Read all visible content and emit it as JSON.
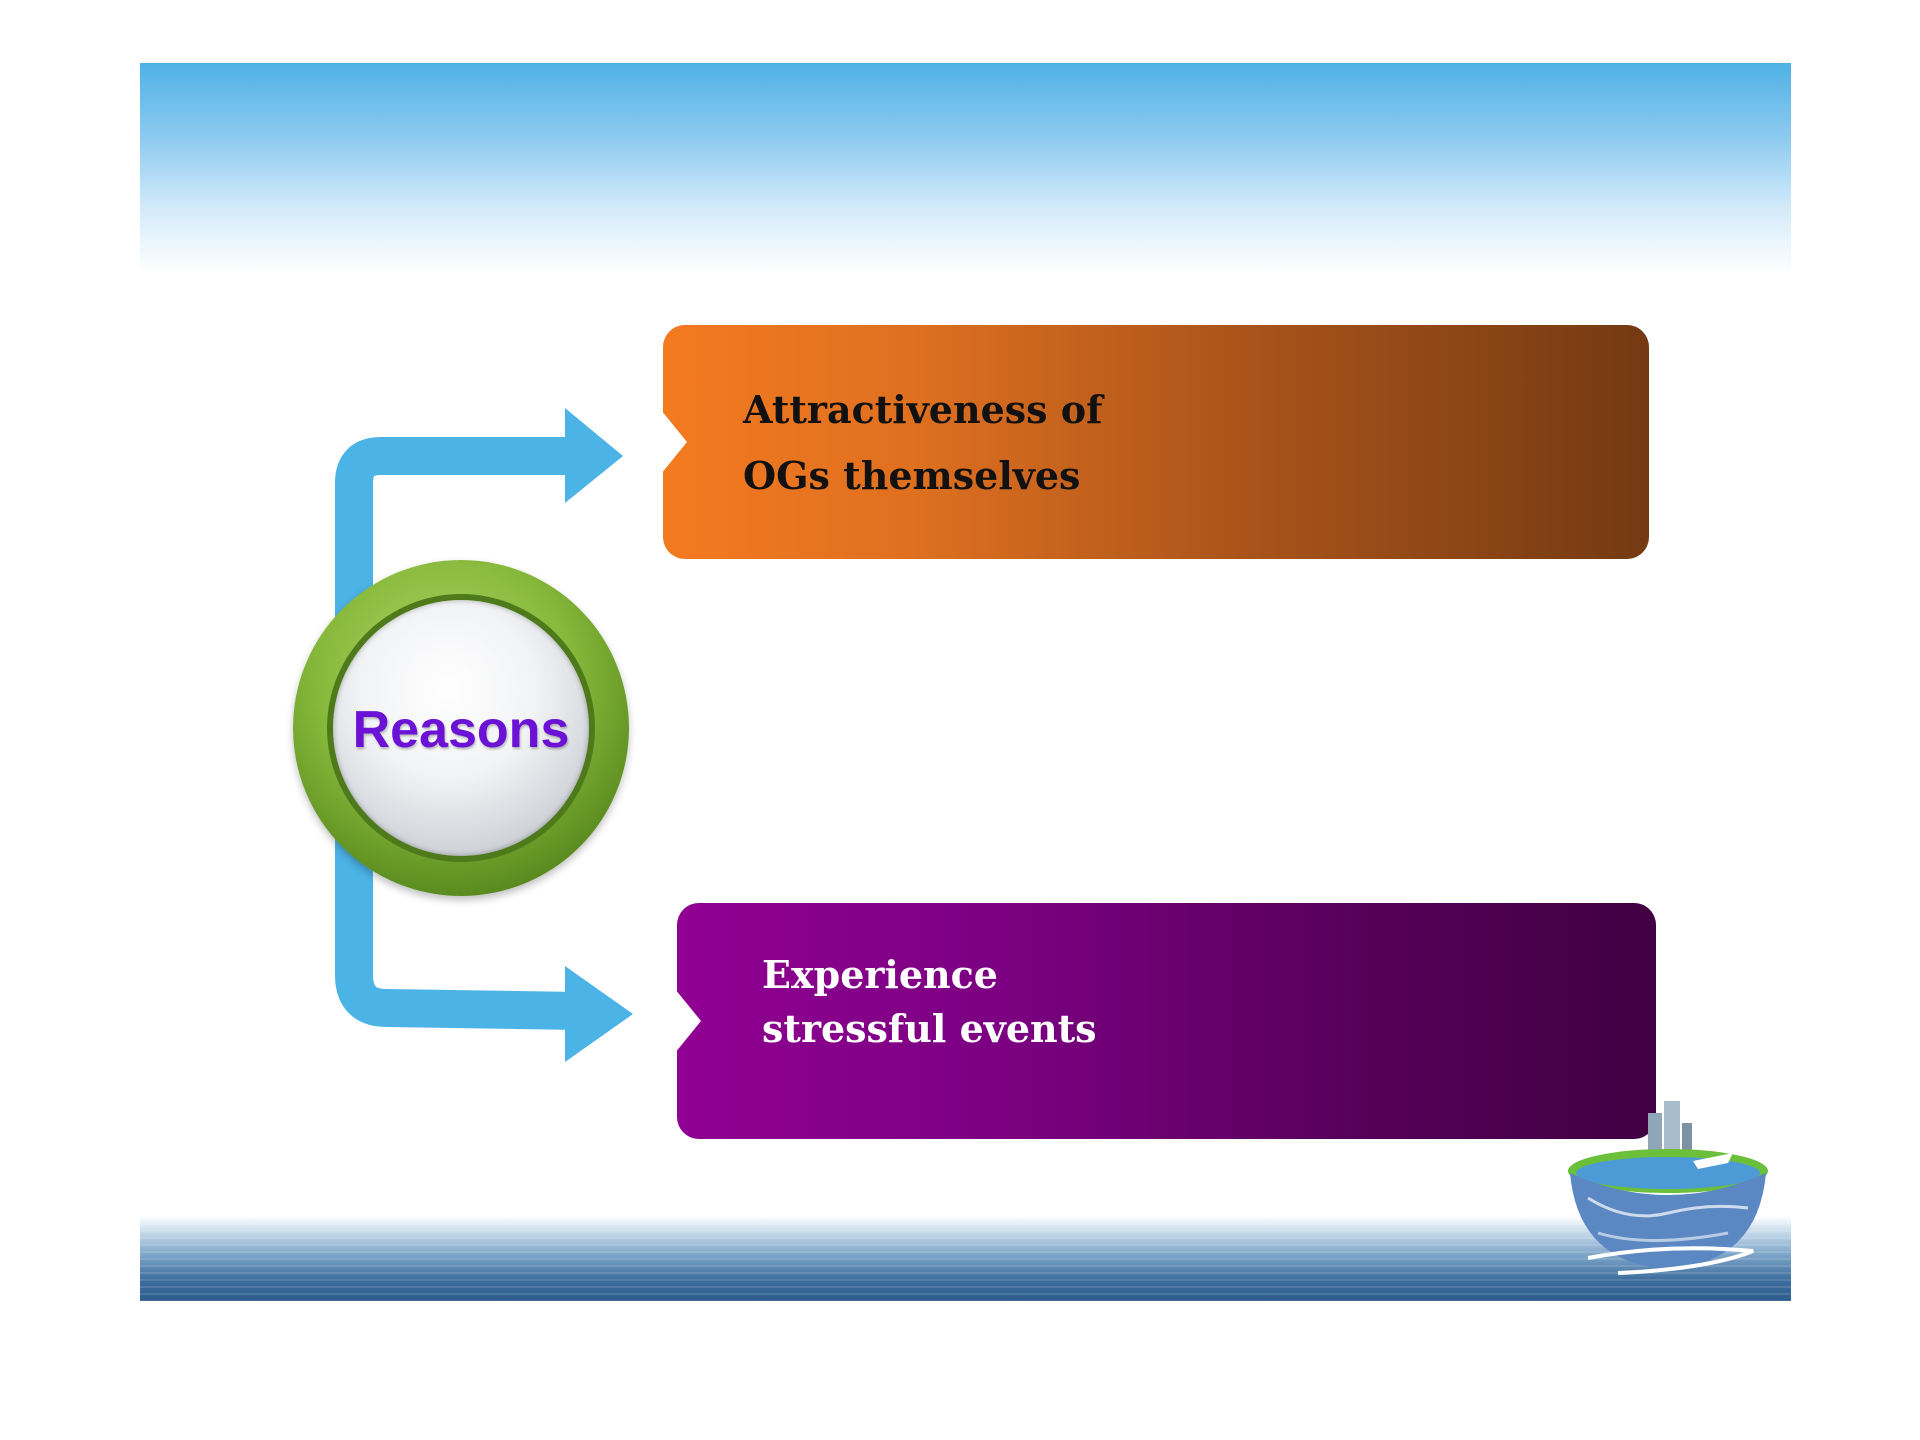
{
  "slide": {
    "center_label": "Reasons",
    "branches": [
      {
        "lines": [
          "Attractiveness of",
          "OGs themselves"
        ]
      },
      {
        "lines": [
          "Experience",
          "stressful events"
        ]
      }
    ]
  },
  "colors": {
    "arrow": "#4cb3e6",
    "ring": "#7fb23a",
    "label": "#6b12d6",
    "top_box_start": "#f47a20",
    "top_box_end": "#743a12",
    "bottom_box_start": "#900092",
    "bottom_box_end": "#400042"
  },
  "icons": {
    "decoration": "globe-city-icon"
  }
}
